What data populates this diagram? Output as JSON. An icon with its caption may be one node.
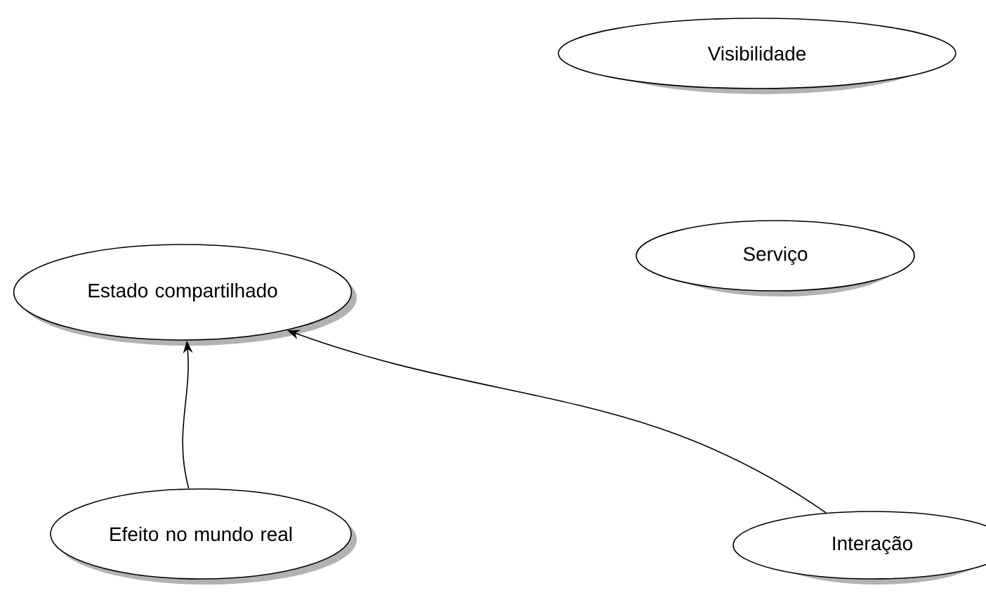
{
  "diagram": {
    "nodes": [
      {
        "text": [
          "Visibilidade"
        ]
      },
      {
        "text": [
          "Serviço"
        ]
      },
      {
        "text": [
          "Estado compartilhado"
        ]
      },
      {
        "text": [
          "Efeito no mundo real"
        ]
      },
      {
        "text": [
          "Interação"
        ]
      }
    ],
    "edges": [
      {
        "from": 3,
        "to": 2,
        "arrow": "to"
      },
      {
        "from": 4,
        "to": 2,
        "arrow": "to"
      }
    ]
  }
}
